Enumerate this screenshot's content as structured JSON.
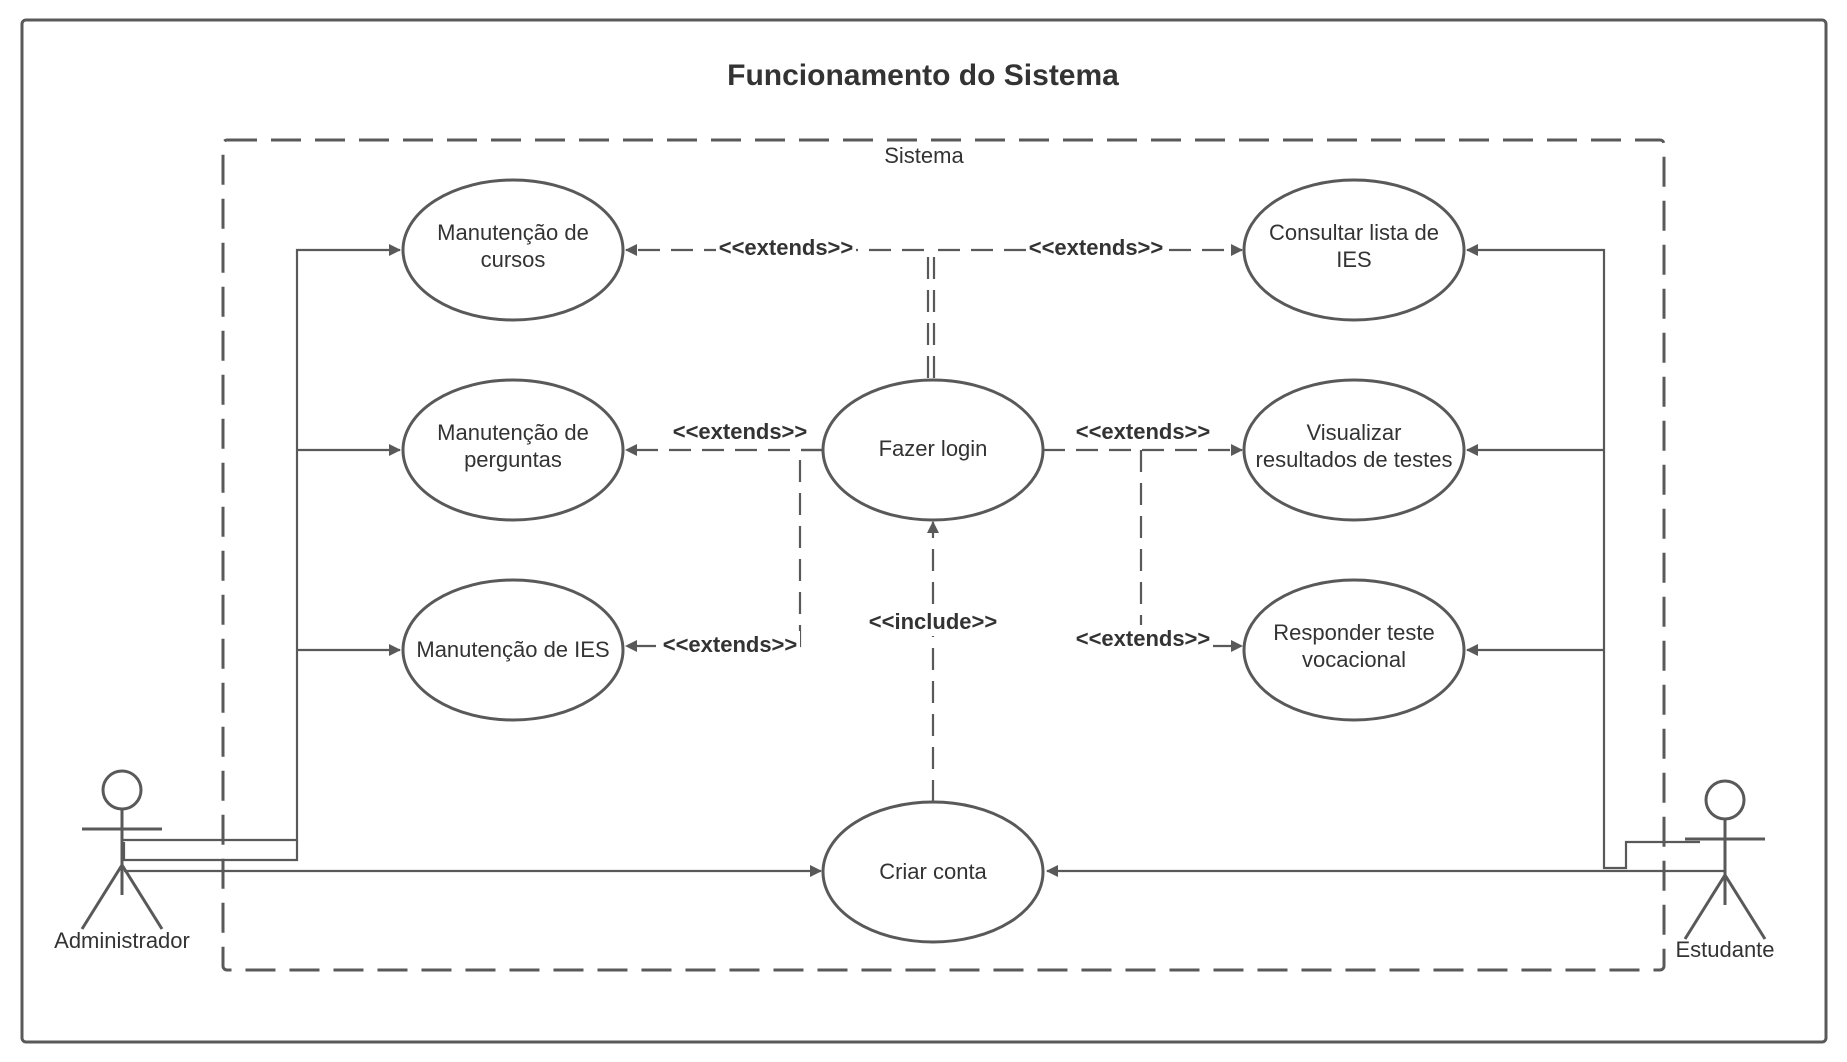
{
  "title": "Funcionamento do Sistema",
  "system_label": "Sistema",
  "actors": {
    "admin": "Administrador",
    "student": "Estudante"
  },
  "use_cases": {
    "cursos": [
      "Manutenção de",
      "cursos"
    ],
    "perguntas": [
      "Manutenção de",
      "perguntas"
    ],
    "ies": [
      "Manutenção de IES"
    ],
    "login": [
      "Fazer login"
    ],
    "criar": [
      "Criar conta"
    ],
    "consultar": [
      "Consultar lista de",
      "IES"
    ],
    "visualizar": [
      "Visualizar",
      "resultados de testes"
    ],
    "responder": [
      "Responder teste",
      "vocacional"
    ]
  },
  "relations": {
    "extends": "<<extends>>",
    "include": "<<include>>"
  },
  "colors": {
    "stroke": "#595959",
    "text": "#333333",
    "background": "#ffffff"
  }
}
